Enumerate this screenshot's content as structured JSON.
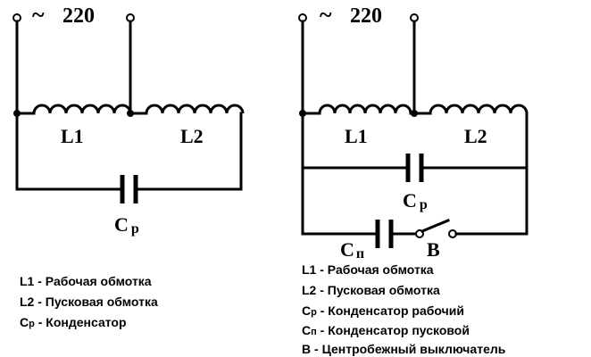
{
  "left": {
    "voltage": "220",
    "l1": "L1",
    "l2": "L2",
    "cap_main": "C",
    "cap_sub": "р",
    "legend": [
      {
        "key": "L1",
        "sub": "",
        "text": " - Рабочая обмотка"
      },
      {
        "key": "L2",
        "sub": "",
        "text": " - Пусковая обмотка"
      },
      {
        "key": "C",
        "sub": "р",
        "text": " - Конденсатор"
      }
    ]
  },
  "right": {
    "voltage": "220",
    "l1": "L1",
    "l2": "L2",
    "cap_work_main": "C",
    "cap_work_sub": "р",
    "cap_start_main": "C",
    "cap_start_sub": "п",
    "switch": "B",
    "legend": [
      {
        "key": "L1",
        "sub": "",
        "text": " - Рабочая обмотка"
      },
      {
        "key": "L2",
        "sub": "",
        "text": " - Пусковая обмотка"
      },
      {
        "key": "C",
        "sub": "р",
        "text": " - Конденсатор рабочий"
      },
      {
        "key": "C",
        "sub": "п",
        "text": " - Конденсатор пусковой"
      },
      {
        "key": "B",
        "sub": "",
        "text": " - Центробежный выключатель"
      }
    ]
  },
  "tilde": "~"
}
